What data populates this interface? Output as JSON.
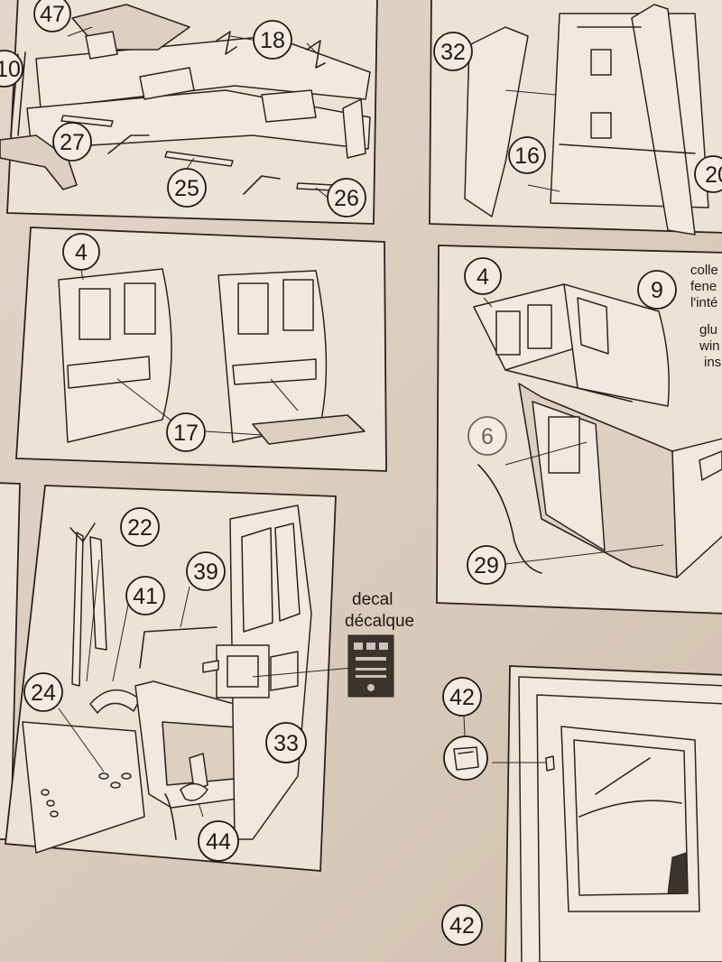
{
  "callouts": {
    "c47": "47",
    "c10": "10",
    "c18": "18",
    "c27": "27",
    "c25": "25",
    "c26": "26",
    "c32": "32",
    "c16": "16",
    "c20": "20",
    "c4a": "4",
    "c17": "17",
    "c4b": "4",
    "c9": "9",
    "c6": "6",
    "c29": "29",
    "c22": "22",
    "c39": "39",
    "c41": "41",
    "c24": "24",
    "c33": "33",
    "c44": "44",
    "c42a": "42",
    "c42b": "42"
  },
  "notes": {
    "fr_line1": "colle",
    "fr_line2": "fene",
    "fr_line3": "l'inté",
    "en_line1": "glu",
    "en_line2": "win",
    "en_line3": "ins"
  },
  "decal": {
    "label_en": "decal",
    "label_fr": "décalque"
  }
}
